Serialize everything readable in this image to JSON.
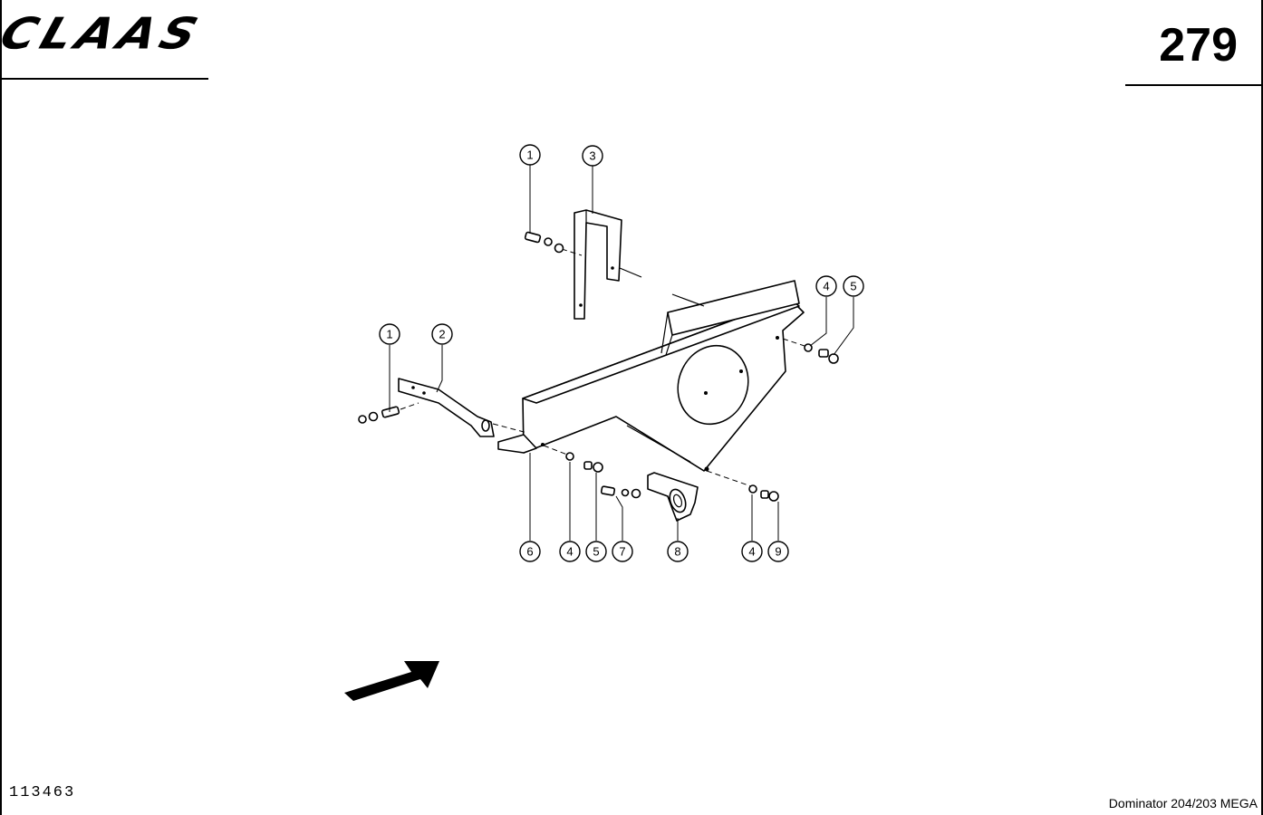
{
  "header": {
    "brand": "CLAAS",
    "page_number": "279"
  },
  "footer": {
    "drawing_code": "113463",
    "model": "Dominator 204/203 MEGA"
  },
  "callouts": [
    {
      "id": "c1a",
      "label": "1"
    },
    {
      "id": "c3",
      "label": "3"
    },
    {
      "id": "c4a",
      "label": "4"
    },
    {
      "id": "c5a",
      "label": "5"
    },
    {
      "id": "c1b",
      "label": "1"
    },
    {
      "id": "c2",
      "label": "2"
    },
    {
      "id": "c6",
      "label": "6"
    },
    {
      "id": "c4b",
      "label": "4"
    },
    {
      "id": "c5b",
      "label": "5"
    },
    {
      "id": "c7",
      "label": "7"
    },
    {
      "id": "c8",
      "label": "8"
    },
    {
      "id": "c4c",
      "label": "4"
    },
    {
      "id": "c9",
      "label": "9"
    }
  ]
}
